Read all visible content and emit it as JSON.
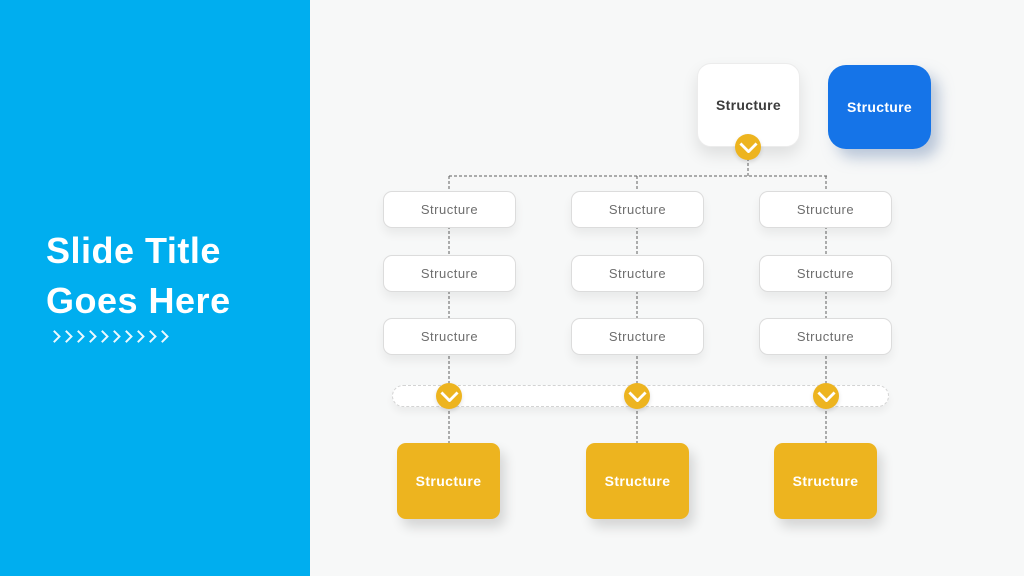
{
  "slide": {
    "title_line1": "Slide Title",
    "title_line2": "Goes Here",
    "chevron_count": 10
  },
  "colors": {
    "sidebar_blue": "#00AEEF",
    "accent_blue": "#1574E8",
    "accent_yellow": "#EDB41F",
    "canvas_background": "#F7F8F8",
    "box_text_gray": "#6E6E6E"
  },
  "org_chart": {
    "root": {
      "label": "Structure"
    },
    "highlight_box": {
      "label": "Structure"
    },
    "columns": [
      {
        "levels": [
          "Structure",
          "Structure",
          "Structure"
        ],
        "result": "Structure"
      },
      {
        "levels": [
          "Structure",
          "Structure",
          "Structure"
        ],
        "result": "Structure"
      },
      {
        "levels": [
          "Structure",
          "Structure",
          "Structure"
        ],
        "result": "Structure"
      }
    ]
  }
}
